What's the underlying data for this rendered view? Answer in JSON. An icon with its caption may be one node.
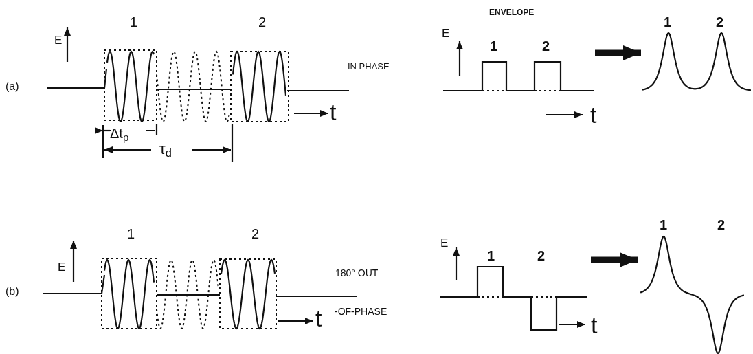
{
  "diagram": {
    "nodes": [
      {
        "text": [
          "1",
          "2",
          "t"
        ],
        "beside": [
          "E"
        ]
      },
      {
        "text": [],
        "shape": "picture",
        "beside": [
          "1",
          "2"
        ]
      },
      {
        "text": [
          "1",
          "2",
          "t"
        ],
        "beside": [
          "E"
        ]
      },
      {
        "text": [],
        "shape": "picture",
        "beside": [
          "1",
          "2"
        ]
      }
    ],
    "edges": [
      {
        "from": 0,
        "to": 1,
        "arrow": "to"
      },
      {
        "from": 2,
        "to": 3,
        "arrow": "to"
      }
    ],
    "labels": [
      "1",
      "2",
      "E",
      "(a)",
      "IN PHASE",
      "t",
      "Δt$_{p}$",
      "τ$_{d}$",
      "ENVELOPE",
      "1",
      "2",
      "E",
      "(b)",
      "180° OUT",
      "t",
      "-OF-PHASE"
    ]
  }
}
